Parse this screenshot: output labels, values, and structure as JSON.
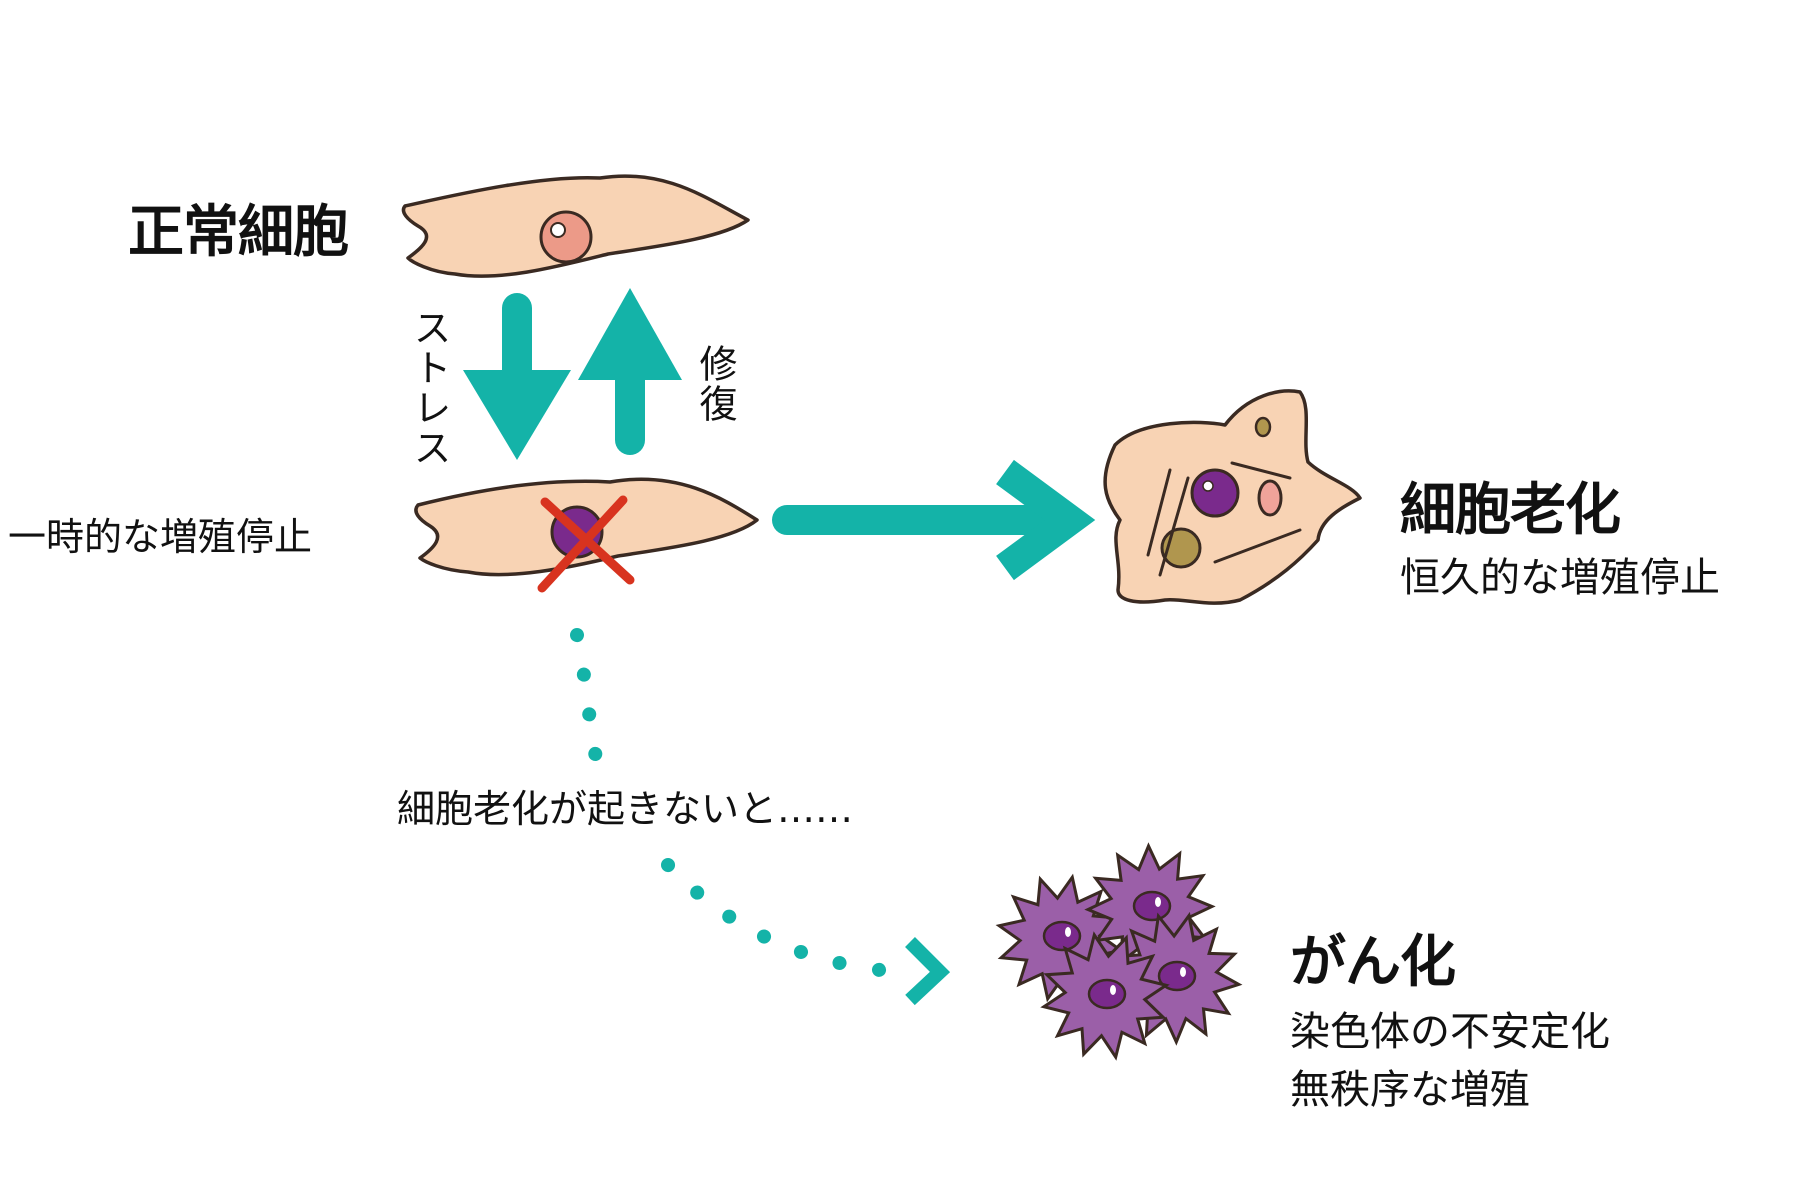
{
  "labels": {
    "normal_cell": "正常細胞",
    "stress": "ストレス",
    "repair": "修復",
    "temporary_arrest": "一時的な増殖停止",
    "senescence_title": "細胞老化",
    "senescence_desc": "恒久的な増殖停止",
    "no_senescence": "細胞老化が起きないと……",
    "cancer_title": "がん化",
    "cancer_desc_1": "染色体の不安定化",
    "cancer_desc_2": "無秩序な増殖"
  },
  "colors": {
    "arrow": "#14b3a8",
    "cell_fill": "#f8d3b4",
    "cell_outline": "#3a2a22",
    "nucleus_normal": "#ec9a88",
    "nucleus_dark": "#7a2a8c",
    "cross": "#d8331f",
    "cancer_cell": "#9b5fa8",
    "senescent_brown": "#b0964e",
    "senescent_pink": "#f0a39a"
  },
  "icons": {
    "cross": "red-x-mark",
    "down_arrow": "arrow-down",
    "up_arrow": "arrow-up",
    "right_arrow": "arrow-right",
    "dotted_arrow": "dotted-curved-arrow"
  }
}
